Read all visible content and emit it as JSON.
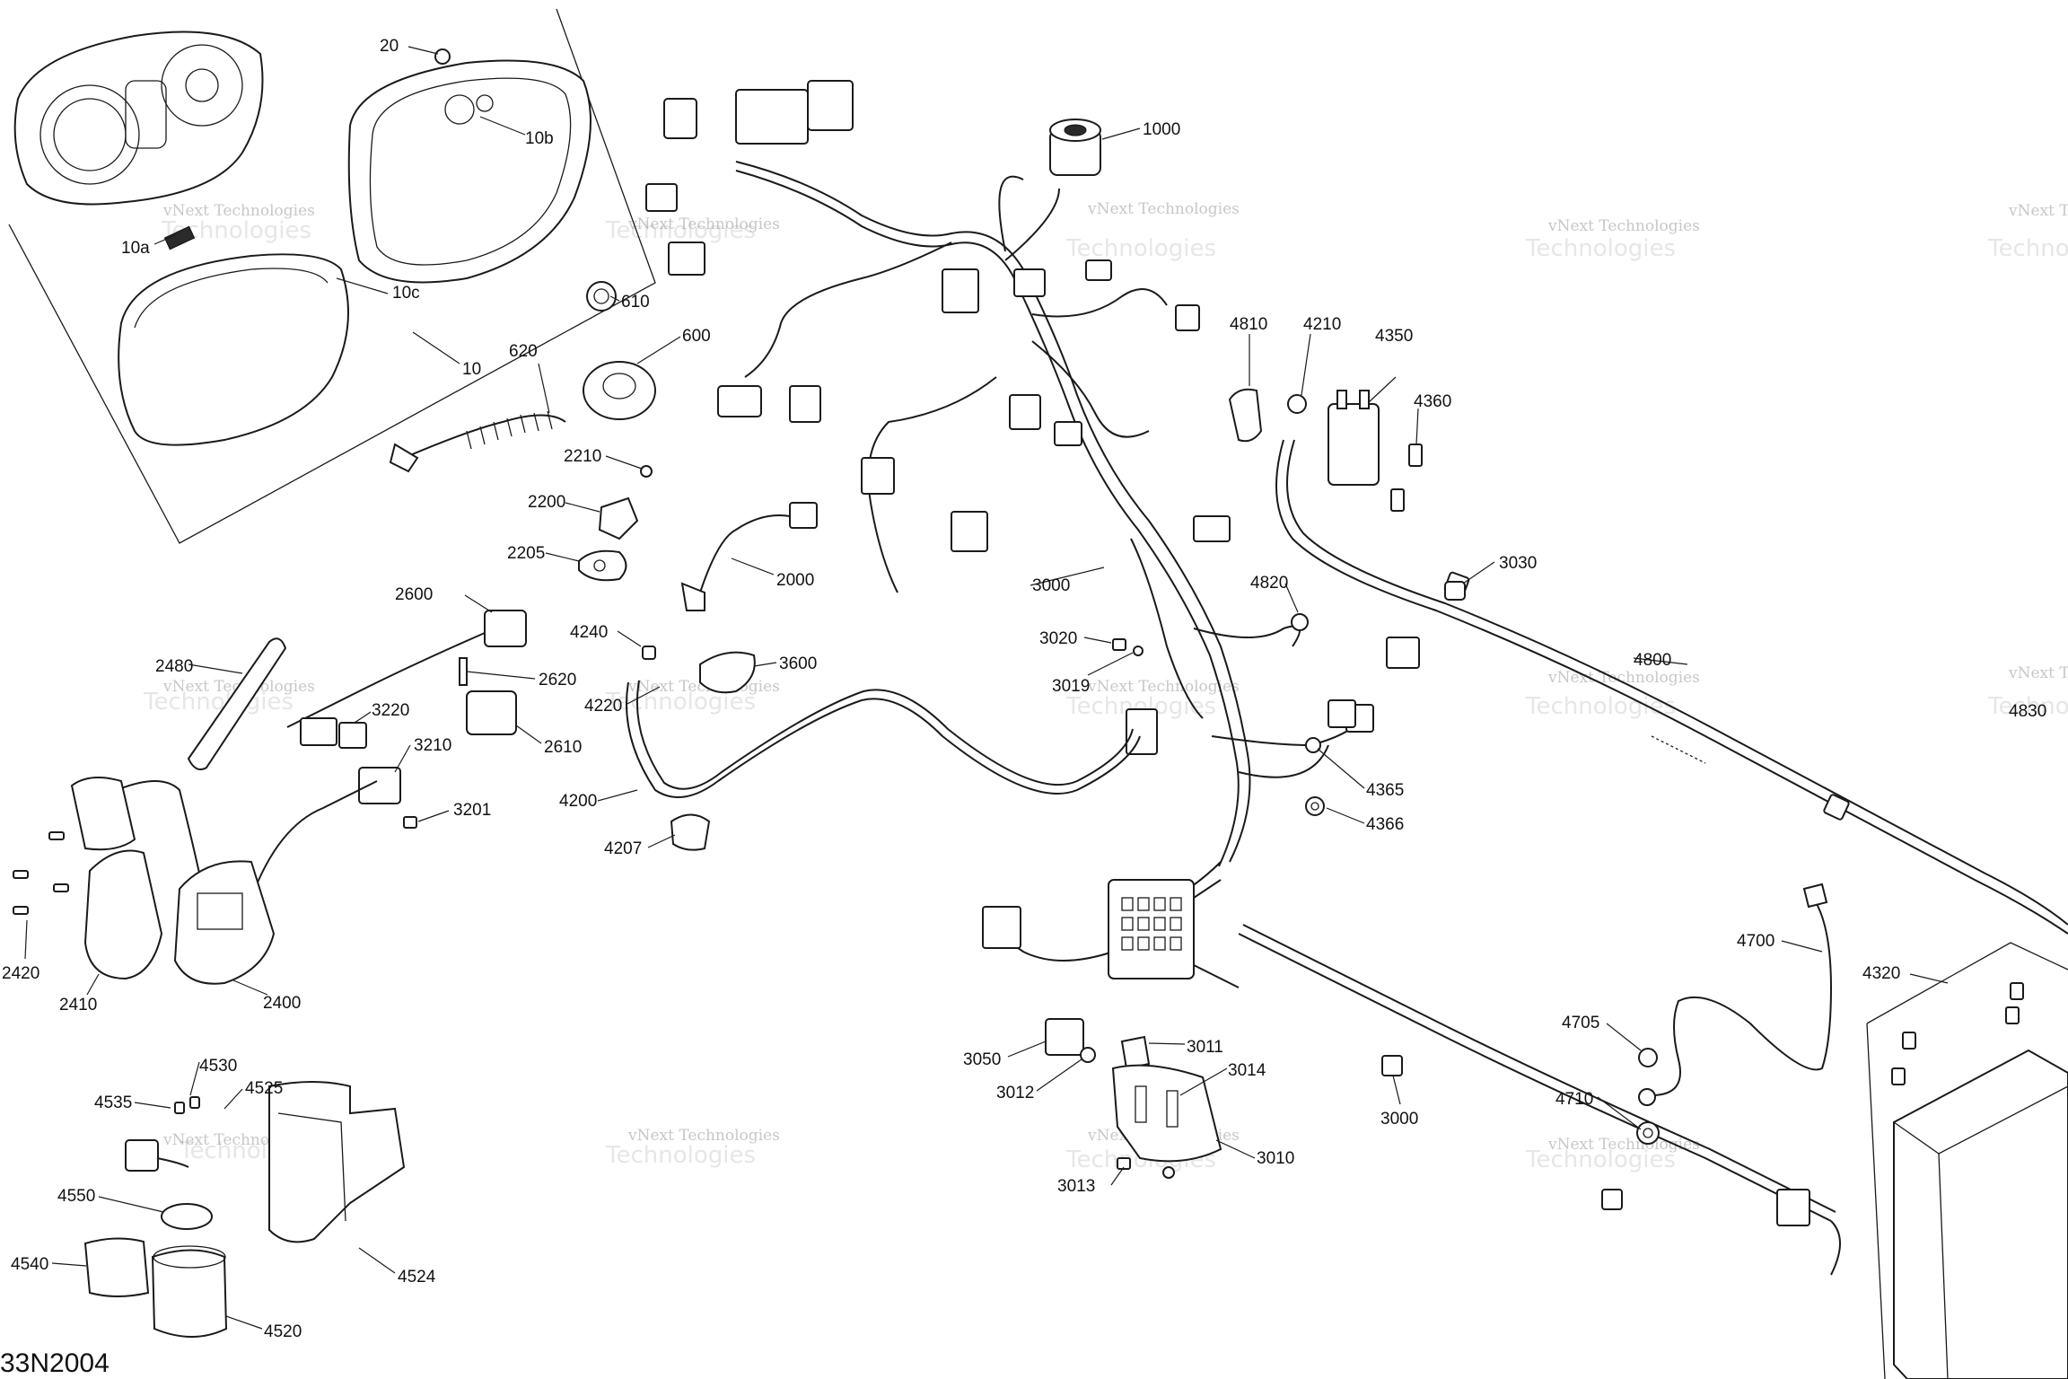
{
  "diagram_code": "33N2004",
  "watermark": {
    "line1": "vNext Technologies",
    "line2": "vNext",
    "line3": "Technologies"
  },
  "callouts": [
    "20",
    "10b",
    "10a",
    "10c",
    "10",
    "1000",
    "610",
    "600",
    "620",
    "4810",
    "4210",
    "4350",
    "4360",
    "2210",
    "2200",
    "2205",
    "2000",
    "3000",
    "3030",
    "4820",
    "2600",
    "4240",
    "3020",
    "3600",
    "3019",
    "4220",
    "2620",
    "2480",
    "3220",
    "3210",
    "2610",
    "4800",
    "4830",
    "4200",
    "4365",
    "3201",
    "4366",
    "4207",
    "2420",
    "2410",
    "2400",
    "4700",
    "4320",
    "4705",
    "3050",
    "3011",
    "3012",
    "3014",
    "4710",
    "4530",
    "4525",
    "4535",
    "3010",
    "3013",
    "4550",
    "4540",
    "4524",
    "4520"
  ]
}
